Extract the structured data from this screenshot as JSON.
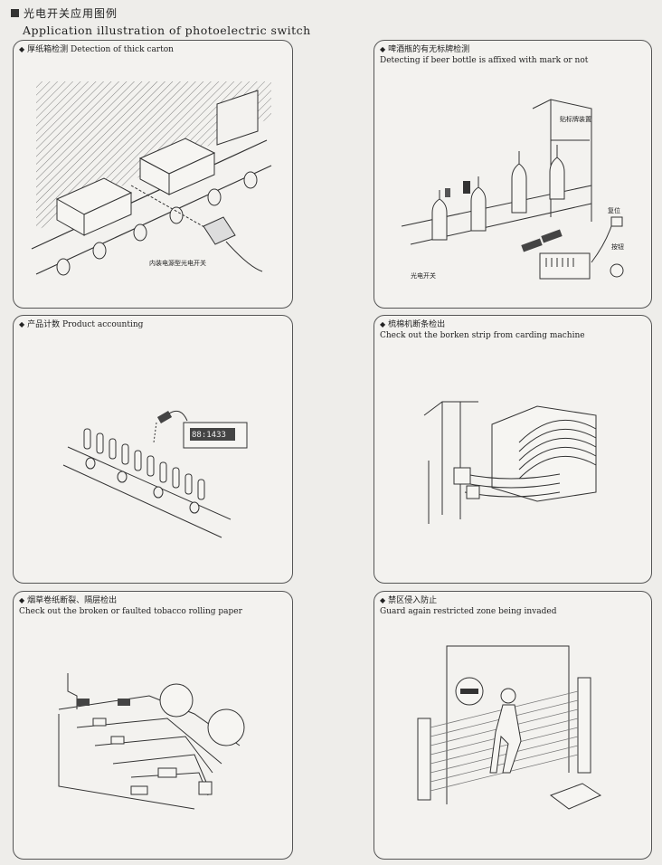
{
  "header": {
    "title_zh": "光电开关应用图例",
    "title_en": "Application illustration of photoelectric switch"
  },
  "panels": [
    {
      "marker": "◆",
      "title_zh": "厚纸箱检测",
      "title_en": "Detection of thick carton",
      "labels": {
        "sensor": "内装电源型光电开关"
      }
    },
    {
      "marker": "◆",
      "title_zh": "啤酒瓶的有无标牌检测",
      "title_en": "Detecting if beer bottle is affixed with mark or not",
      "labels": {
        "labeler": "贴标牌装置",
        "reset": "复位",
        "button": "按钮",
        "switch": "光电开关"
      }
    },
    {
      "marker": "◆",
      "title_zh": "产品计数",
      "title_en": "Product accounting",
      "labels": {
        "counter": "88:1433"
      }
    },
    {
      "marker": "◆",
      "title_zh": "梳棉机断条检出",
      "title_en": "Check out the borken strip from carding machine"
    },
    {
      "marker": "◆",
      "title_zh": "烟草卷纸断裂、隔层检出",
      "title_en": "Check out the broken or faulted tobacco rolling paper"
    },
    {
      "marker": "◆",
      "title_zh": "禁区侵入防止",
      "title_en": "Guard again restricted zone being invaded"
    }
  ]
}
